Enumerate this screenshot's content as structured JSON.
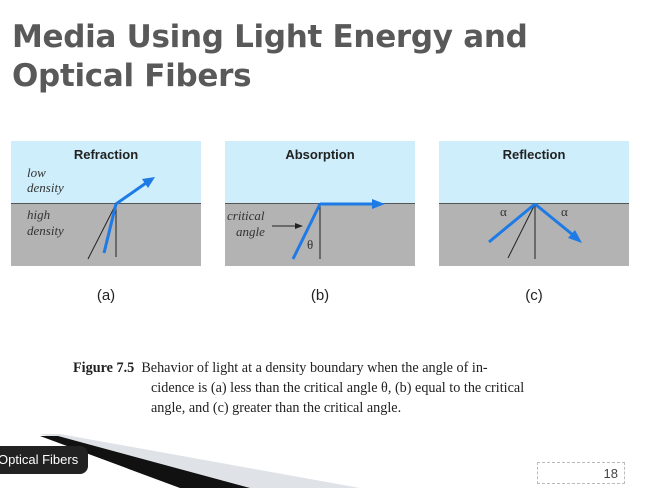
{
  "slide": {
    "title": "Media Using Light Energy and Optical Fibers",
    "page_number": "18",
    "footer_tab": "Optical Fibers"
  },
  "figure": {
    "panels": [
      {
        "title": "Refraction",
        "label": "(a)",
        "top_medium": "low density",
        "top_medium_1": "low",
        "top_medium_2": "density",
        "bottom_medium_1": "high",
        "bottom_medium_2": "density"
      },
      {
        "title": "Absorption",
        "label": "(b)",
        "annotation_1": "critical",
        "annotation_2": "angle",
        "angle_symbol": "θ"
      },
      {
        "title": "Reflection",
        "label": "(c)",
        "angle_left": "α",
        "angle_right": "α"
      }
    ],
    "caption": {
      "number": "Figure 7.5",
      "line1": "Behavior of light at a density boundary when the angle of in-",
      "line2": "cidence is (a) less than the critical angle θ, (b) equal to the critical",
      "line3": "angle, and (c) greater than the critical angle."
    }
  },
  "colors": {
    "sky": "#cdeefa",
    "ground": "#b3b3b3",
    "ray": "#1e7be6",
    "title": "#595959"
  }
}
